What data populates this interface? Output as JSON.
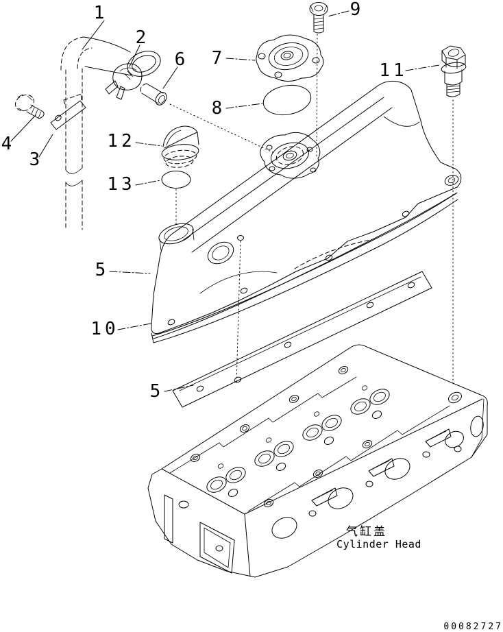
{
  "figure": {
    "caption_zh": "气缸盖",
    "caption_en": "Cylinder Head",
    "doc_number": "00082727",
    "ink_color": "#000000",
    "background_color": "#ffffff"
  },
  "callouts": [
    {
      "text": "1"
    },
    {
      "text": "2"
    },
    {
      "text": "3"
    },
    {
      "text": "4"
    },
    {
      "text": "5"
    },
    {
      "text": "5"
    },
    {
      "text": "6"
    },
    {
      "text": "7"
    },
    {
      "text": "8"
    },
    {
      "text": "9"
    },
    {
      "text": "10"
    },
    {
      "text": "11"
    },
    {
      "text": "12"
    },
    {
      "text": "13"
    }
  ]
}
